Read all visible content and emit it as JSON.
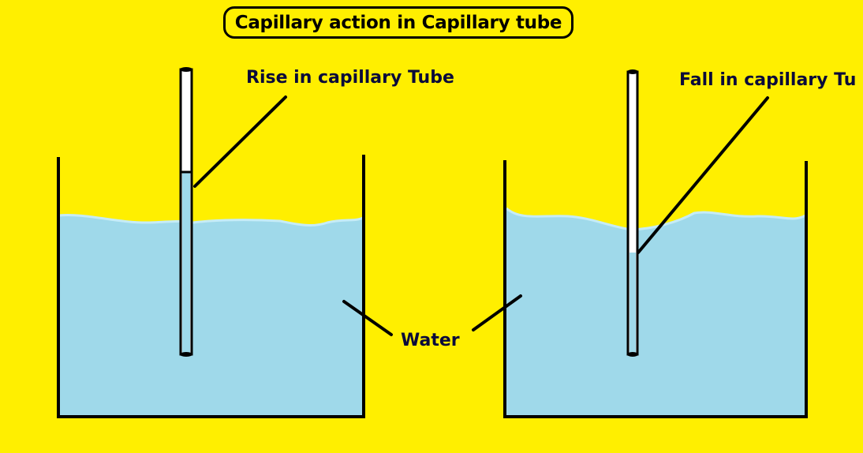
{
  "title": "Capillary action in Capillary tube",
  "labels": {
    "rise": "Rise in capillary Tube",
    "fall": "Fall in capillary Tu",
    "water": "Water"
  },
  "colors": {
    "background": "#ffef00",
    "water": "#9fd9ea",
    "water_surface": "#c6ecf6",
    "outline": "#000000",
    "tube_fill": "#ffffff"
  }
}
